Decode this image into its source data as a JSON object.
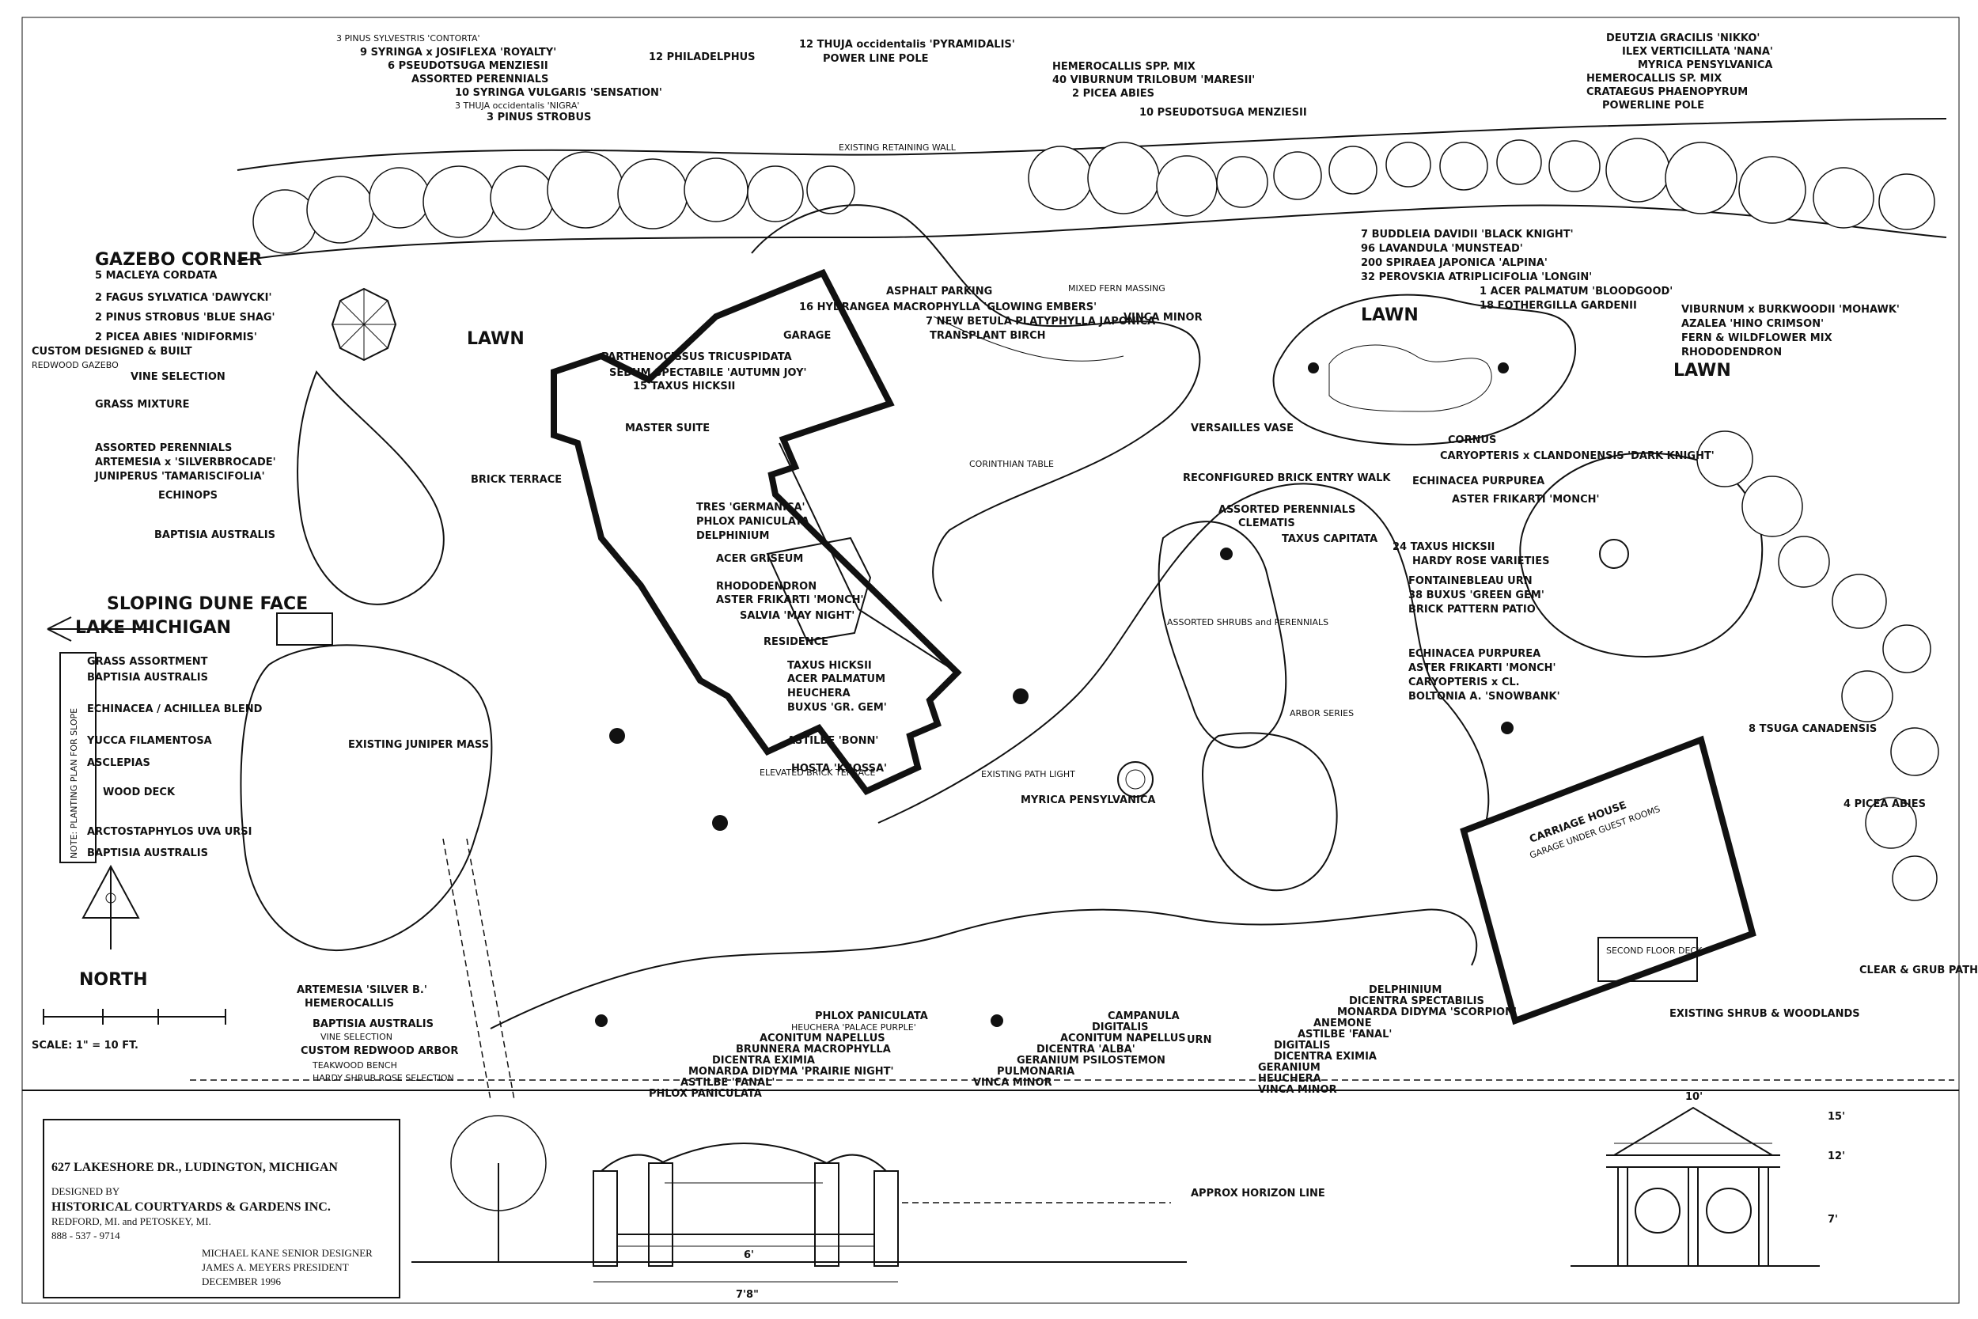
{
  "labels": {
    "gazebo_corner": "GAZEBO CORNER",
    "lawn_1": "LAWN",
    "lawn_2": "LAWN",
    "lawn_3": "LAWN",
    "asphalt_parking": "ASPHALT PARKING",
    "garage": "GARAGE",
    "master_suite": "MASTER SUITE",
    "residence": "RESIDENCE",
    "elevated_brick_terrace": "ELEVATED BRICK TERRACE",
    "brick_terrace": "BRICK TERRACE",
    "existing_retaining_wall": "EXISTING RETAINING WALL",
    "sloping_dune_face": "SLOPING DUNE FACE",
    "lake_michigan": "LAKE MICHIGAN",
    "existing_juniper_mass": "EXISTING JUNIPER MASS",
    "wood_deck": "WOOD DECK",
    "carriage_house": "CARRIAGE HOUSE",
    "carriage_house_sub": "GARAGE UNDER GUEST ROOMS",
    "second_floor_deck": "SECOND FLOOR DECK",
    "existing_shrub_woodlands": "EXISTING SHRUB & WOODLANDS",
    "assorted_shrubs": "ASSORTED SHRUBS and PERENNIALS",
    "arbor_series": "ARBOR SERIES",
    "cornus": "CORNUS",
    "north": "NORTH",
    "scale": "SCALE: 1\" = 10 FT.",
    "horizon": "APPROX HORIZON LINE",
    "custom_gazebo": "CUSTOM DESIGNED & BUILT",
    "custom_gazebo_sub": "REDWOOD GAZEBO",
    "grass_mixture": "GRASS MIXTURE",
    "echinops": "ECHINOPS",
    "baptisia": "BAPTISIA AUSTRALIS",
    "note": "NOTE: PLANTING PLAN FOR SLOPE"
  },
  "plant_labels_top": [
    "3 PINUS SYLVESTRIS 'CONTORTA'",
    "9 SYRINGA x JOSIFLEXA 'ROYALTY'",
    "6 PSEUDOTSUGA MENZIESII",
    "ASSORTED PERENNIALS",
    "10 SYRINGA VULGARIS 'SENSATION'",
    "3 THUJA occidentalis 'NIGRA'",
    "3 PINUS STROBUS",
    "12 PHILADELPHUS",
    "12 THUJA occidentalis 'PYRAMIDALIS'",
    "POWER LINE POLE",
    "HEMEROCALLIS SPP. MIX",
    "40 VIBURNUM TRILOBUM 'MARESII'",
    "2 PICEA ABIES",
    "10 PSEUDOTSUGA MENZIESII",
    "DEUTZIA GRACILIS 'NIKKO'",
    "ILEX VERTICILLATA 'NANA'",
    "MYRICA PENSYLVANICA",
    "HEMEROCALLIS SP. MIX",
    "CRATAEGUS PHAENOPYRUM",
    "POWERLINE POLE"
  ],
  "plant_labels_left": [
    "5 MACLEYA CORDATA",
    "2 FAGUS SYLVATICA 'DAWYCKI'",
    "2 PINUS STROBUS 'BLUE SHAG'",
    "2 PICEA ABIES 'NIDIFORMIS'",
    "VINE SELECTION",
    "ASSORTED PERENNIALS",
    "ARTEMESIA x 'SILVERBROCADE'",
    "JUNIPERUS 'TAMARISCIFOLIA'",
    "GRASS ASSORTMENT",
    "BAPTISIA AUSTRALIS",
    "ECHINACEA / ACHILLEA BLEND",
    "YUCCA FILAMENTOSA",
    "ASCLEPIAS",
    "ARCTOSTAPHYLOS UVA URSI",
    "BAPTISIA AUSTRALIS"
  ],
  "plant_labels_center": [
    "16 HYDRANGEA MACROPHYLLA 'GLOWING EMBERS'",
    "7 NEW BETULA PLATYPHYLLA JAPONICA",
    "TRANSPLANT BIRCH",
    "SEDUM SPECTABILE 'AUTUMN JOY'",
    "15 TAXUS HICKSII",
    "PARTHENOCISSUS TRICUSPIDATA",
    "MIXED FERN MASSING",
    "VINCA MINOR",
    "VERSAILLES VASE",
    "CORINTHIAN TABLE",
    "RECONFIGURED BRICK ENTRY WALK",
    "ASSORTED PERENNIALS",
    "CLEMATIS",
    "TAXUS CAPITATA",
    "TRES 'GERMANICA'",
    "PHLOX PANICULATA",
    "DELPHINIUM",
    "ACER GRISEUM",
    "RHODODENDRON",
    "ASTER FRIKARTI 'MONCH'",
    "SALVIA 'MAY NIGHT'",
    "TAXUS HICKSII",
    "ACER PALMATUM",
    "HEUCHERA",
    "BUXUS 'GR. GEM'",
    "ASTILBE 'BONN'",
    "HOSTA 'KROSSA'",
    "EXISTING PATH LIGHT",
    "MYRICA PENSYLVANICA"
  ],
  "plant_labels_right": [
    "7 BUDDLEIA DAVIDII 'BLACK KNIGHT'",
    "96 LAVANDULA 'MUNSTEAD'",
    "200 SPIRAEA JAPONICA 'ALPINA'",
    "32 PEROVSKIA ATRIPLICIFOLIA 'LONGIN'",
    "1 ACER PALMATUM 'BLOODGOOD'",
    "18 FOTHERGILLA GARDENII",
    "VIBURNUM x BURKWOODII 'MOHAWK'",
    "AZALEA 'HINO CRIMSON'",
    "FERN & WILDFLOWER MIX",
    "RHODODENDRON",
    "CARYOPTERIS x CLANDONENSIS 'DARK KNIGHT'",
    "ECHINACEA PURPUREA",
    "ASTER FRIKARTI 'MONCH'",
    "24 TAXUS HICKSII",
    "HARDY ROSE VARIETIES",
    "FONTAINEBLEAU URN",
    "38 BUXUS 'GREEN GEM'",
    "BRICK PATTERN PATIO",
    "ECHINACEA PURPUREA",
    "ASTER FRIKARTI 'MONCH'",
    "CARYOPTERIS x CL.",
    "BOLTONIA A. 'SNOWBANK'",
    "8 TSUGA CANADENSIS",
    "4 PICEA ABIES",
    "CLEAR & GRUB PATH"
  ],
  "plant_labels_bottom": [
    "ARTEMESIA 'SILVER B.'",
    "HEMEROCALLIS",
    "BAPTISIA AUSTRALIS",
    "VINE SELECTION",
    "CUSTOM REDWOOD ARBOR",
    "TEAKWOOD BENCH",
    "HARDY SHRUB ROSE SELECTION",
    "PHLOX PANICULATA",
    "HEUCHERA 'PALACE PURPLE'",
    "ACONITUM NAPELLUS",
    "BRUNNERA MACROPHYLLA",
    "DICENTRA EXIMIA",
    "MONARDA DIDYMA 'PRAIRIE NIGHT'",
    "ASTILBE 'FANAL'",
    "PHLOX PANICULATA",
    "CAMPANULA",
    "DIGITALIS",
    "ACONITUM NAPELLUS",
    "DICENTRA 'ALBA'",
    "GERANIUM PSILOSTEMON",
    "PULMONARIA",
    "VINCA MINOR",
    "DELPHINIUM",
    "DICENTRA SPECTABILIS",
    "MONARDA DIDYMA 'SCORPION'",
    "ANEMONE",
    "ASTILBE 'FANAL'",
    "DIGITALIS",
    "DICENTRA EXIMIA",
    "GERANIUM",
    "HEUCHERA",
    "VINCA MINOR",
    "URN"
  ],
  "title_block": {
    "address": "627 LAKESHORE DR., LUDINGTON, MICHIGAN",
    "designed_by": "DESIGNED BY",
    "firm": "HISTORICAL COURTYARDS & GARDENS INC.",
    "cities": "REDFORD, MI. and PETOSKEY, MI.",
    "phone": "888 - 537 - 9714",
    "designer": "MICHAEL KANE  SENIOR DESIGNER",
    "president": "JAMES A. MEYERS  PRESIDENT",
    "date": "DECEMBER 1996"
  },
  "dimensions": {
    "arbor_width": "6'",
    "wall_length": "7'8\"",
    "gazebo_width": "10'",
    "gazebo_height": "15'",
    "gazebo_mid": "12'",
    "gazebo_low": "7'"
  }
}
